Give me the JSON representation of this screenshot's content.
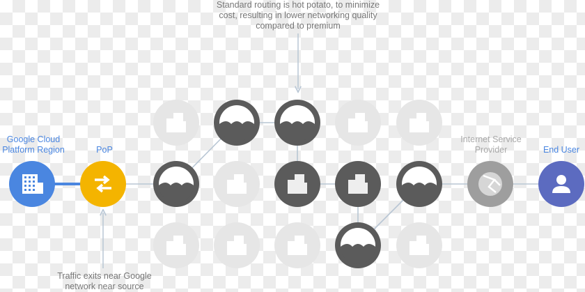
{
  "top_note": "Standard routing is hot potato, to minimize\ncost, resulting in lower networking quality\ncompared to premium",
  "bottom_note": "Traffic exits near Google\nnetwork near source",
  "labels": {
    "region": "Google Cloud\nPlatform Region",
    "pop": "PoP",
    "isp": "Internet Service\nProvider",
    "end_user": "End User"
  },
  "colors": {
    "region": "#4a86e0",
    "pop": "#f4b400",
    "isp": "#9e9e9e",
    "end_user": "#5c6bc0",
    "dark_node": "#5b5b5b",
    "faded_node": "#e6e6e6",
    "connector": "#b8c6d4"
  },
  "nodes": [
    {
      "id": "region",
      "kind": "region",
      "icon": "building-icon"
    },
    {
      "id": "pop",
      "kind": "pop",
      "icon": "swap-arrows-icon"
    },
    {
      "id": "isp",
      "kind": "isp",
      "icon": "globe-icon"
    },
    {
      "id": "end-user",
      "kind": "user",
      "icon": "person-icon"
    },
    {
      "id": "n-r0c0",
      "kind": "faded",
      "icon": "building-icon"
    },
    {
      "id": "n-r0c1",
      "kind": "cloud",
      "icon": "cloud-icon"
    },
    {
      "id": "n-r0c2",
      "kind": "cloud",
      "icon": "cloud-icon"
    },
    {
      "id": "n-r0c3",
      "kind": "faded",
      "icon": "building-icon"
    },
    {
      "id": "n-r0c4",
      "kind": "faded",
      "icon": "building-icon"
    },
    {
      "id": "n-r1c0",
      "kind": "cloud",
      "icon": "cloud-icon"
    },
    {
      "id": "n-r1c1",
      "kind": "faded",
      "icon": "building-icon"
    },
    {
      "id": "n-r1c2",
      "kind": "darkbuilding",
      "icon": "building-icon"
    },
    {
      "id": "n-r1c3",
      "kind": "darkbuilding",
      "icon": "building-icon"
    },
    {
      "id": "n-r1c4",
      "kind": "cloud",
      "icon": "cloud-icon"
    },
    {
      "id": "n-r2c0",
      "kind": "faded",
      "icon": "building-icon"
    },
    {
      "id": "n-r2c1",
      "kind": "faded",
      "icon": "building-icon"
    },
    {
      "id": "n-r2c2",
      "kind": "faded",
      "icon": "building-icon"
    },
    {
      "id": "n-r2c3",
      "kind": "cloud",
      "icon": "cloud-icon"
    },
    {
      "id": "n-r2c4",
      "kind": "faded",
      "icon": "building-icon"
    }
  ],
  "edges": [
    {
      "from": "region",
      "to": "pop",
      "style": "strong"
    },
    {
      "from": "pop",
      "to": "n-r1c0",
      "style": "thin"
    },
    {
      "from": "n-r1c0",
      "to": "n-r0c1",
      "style": "thin"
    },
    {
      "from": "n-r0c1",
      "to": "n-r0c2",
      "style": "thin"
    },
    {
      "from": "n-r0c2",
      "to": "n-r1c2",
      "style": "thin"
    },
    {
      "from": "n-r1c2",
      "to": "n-r1c3",
      "style": "thin"
    },
    {
      "from": "n-r1c3",
      "to": "n-r2c3",
      "style": "thin"
    },
    {
      "from": "n-r2c3",
      "to": "n-r1c4",
      "style": "thin"
    },
    {
      "from": "n-r1c4",
      "to": "isp",
      "style": "thin"
    },
    {
      "from": "isp",
      "to": "end-user",
      "style": "thin"
    }
  ]
}
